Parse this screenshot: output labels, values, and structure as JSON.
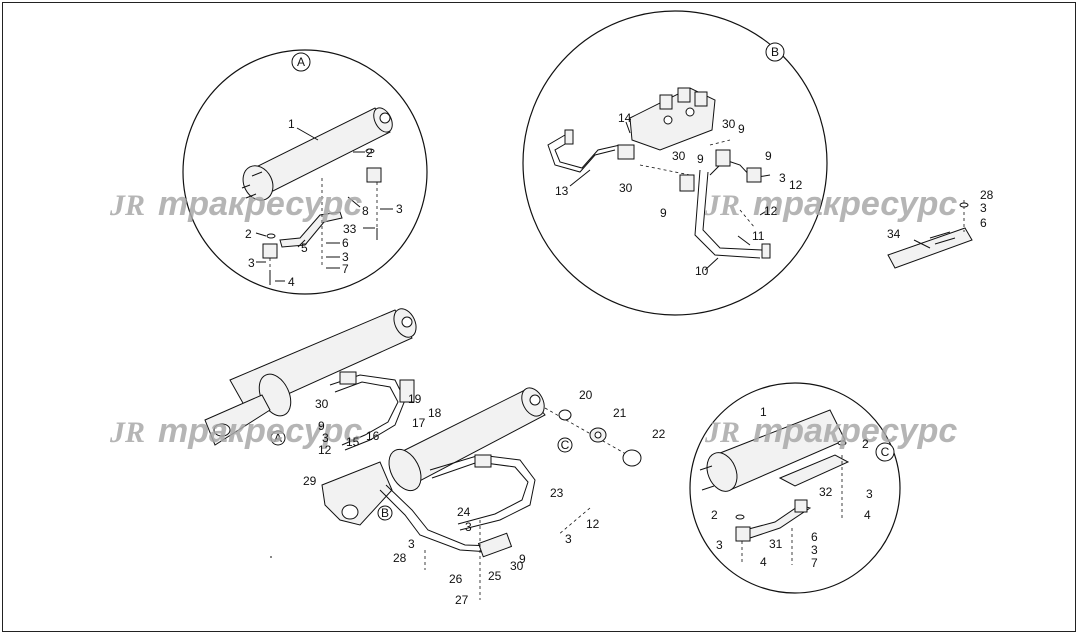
{
  "watermark": {
    "logo": "JR",
    "text": "тракресурс"
  },
  "callouts": {
    "a": "A",
    "b": "B",
    "c": "C"
  },
  "labels": [
    "1",
    "2",
    "3",
    "4",
    "5",
    "6",
    "7",
    "8",
    "9",
    "10",
    "11",
    "12",
    "13",
    "14",
    "15",
    "16",
    "17",
    "18",
    "19",
    "20",
    "21",
    "22",
    "23",
    "24",
    "25",
    "26",
    "27",
    "28",
    "29",
    "30",
    "31",
    "32",
    "33",
    "34"
  ]
}
